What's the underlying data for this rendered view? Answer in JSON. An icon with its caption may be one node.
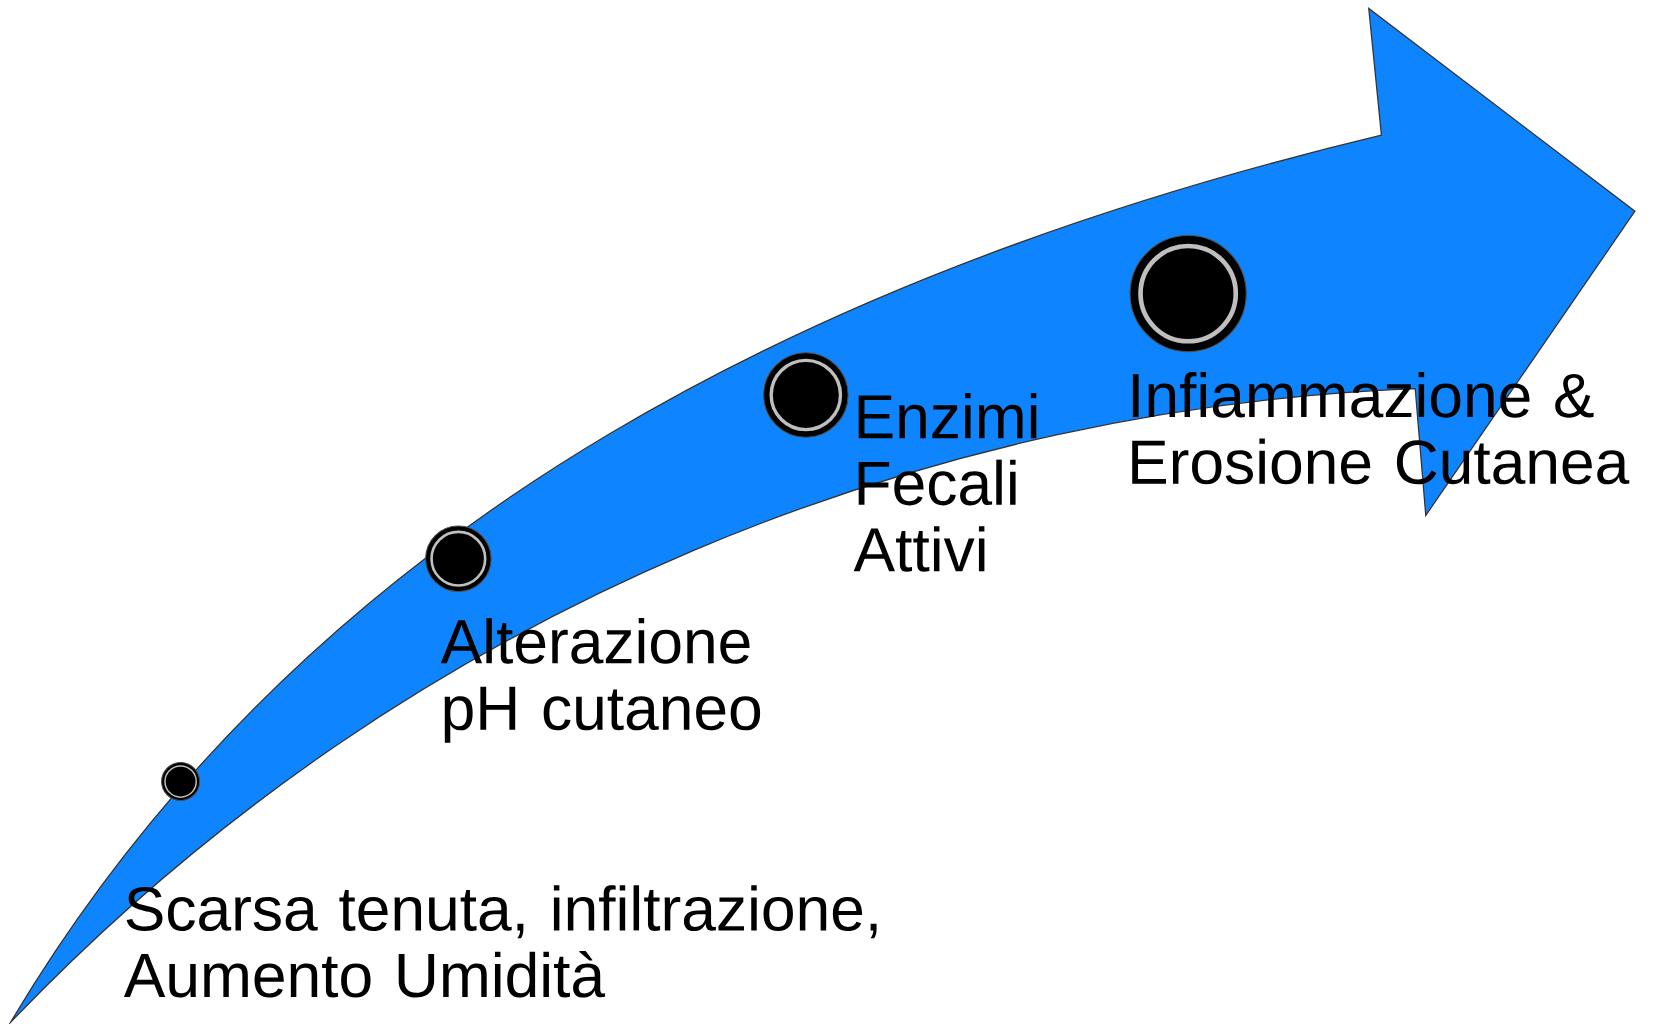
{
  "diagram": {
    "nodes": [
      {
        "text": [],
        "shape": "circle",
        "beside": [
          "Scarsa tenuta, infiltrazione, Aumento Umidità"
        ]
      },
      {
        "text": [],
        "shape": "circle",
        "beside": [
          "Alterazione pH cutaneo"
        ]
      },
      {
        "text": [],
        "shape": "circle",
        "beside": [
          "Enzimi Fecali Attivi"
        ]
      },
      {
        "text": [],
        "shape": "circle",
        "beside": [
          "Infiammazione & Erosione Cutanea"
        ]
      }
    ]
  }
}
